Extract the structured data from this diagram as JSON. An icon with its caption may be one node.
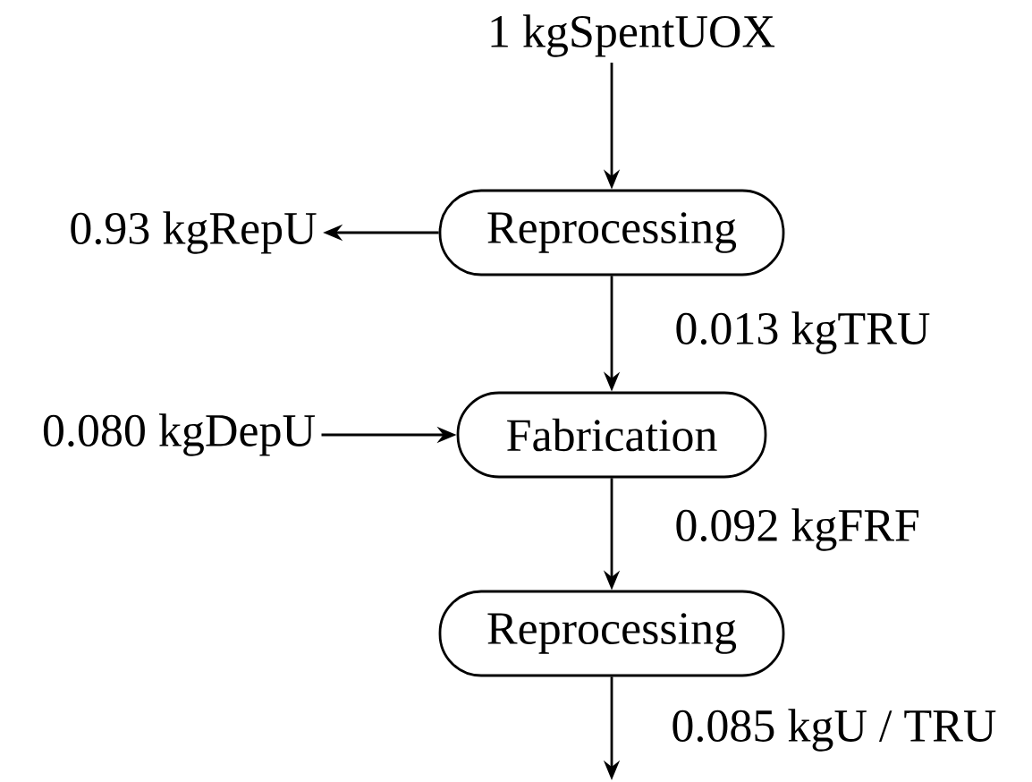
{
  "diagram": {
    "nodes": [
      {
        "text": [
          "1 kgSpentUOX"
        ]
      },
      {
        "text": [
          "Reprocessing"
        ]
      },
      {
        "text": [
          "0.93 kgRepU"
        ]
      },
      {
        "text": [
          "Fabrication"
        ]
      },
      {
        "text": [
          "0.080 kgDepU"
        ]
      },
      {
        "text": [
          "Reprocessing"
        ]
      }
    ],
    "edges": [
      {
        "from": 0,
        "to": 1,
        "arrow": "to"
      },
      {
        "from": 1,
        "to": 2,
        "arrow": "to"
      },
      {
        "from": 1,
        "to": 3,
        "arrow": "to",
        "label": "0.013 kgTRU"
      },
      {
        "from": 4,
        "to": 3,
        "arrow": "to"
      },
      {
        "from": 3,
        "to": 5,
        "arrow": "to",
        "label": "0.092 kgFRF"
      },
      {
        "from": 5,
        "to": null,
        "arrow": "to",
        "label": "0.085 kgU / TRU"
      }
    ]
  }
}
